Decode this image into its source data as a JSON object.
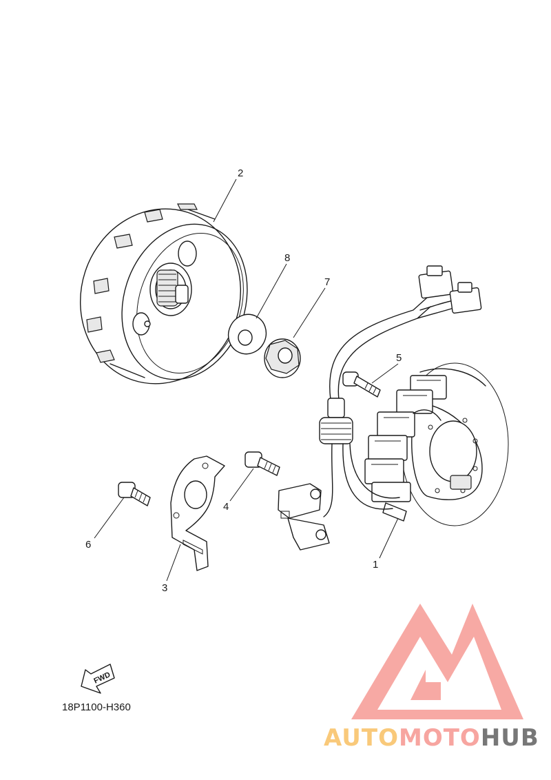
{
  "diagram_code": "18P1100-H360",
  "fwd_label": "FWD",
  "callouts": [
    {
      "id": "stator",
      "label": "1"
    },
    {
      "id": "rotor",
      "label": "2"
    },
    {
      "id": "bracket",
      "label": "3"
    },
    {
      "id": "bolt-4",
      "label": "4"
    },
    {
      "id": "bolt-5",
      "label": "5"
    },
    {
      "id": "bolt-6",
      "label": "6"
    },
    {
      "id": "nut",
      "label": "7"
    },
    {
      "id": "washer",
      "label": "8"
    }
  ],
  "watermark": {
    "part1": "AUTO",
    "part2": "MOTO",
    "part3": "HUB",
    "color1": "#f9c97a",
    "color2": "#f7a5a0",
    "color3": "#777777",
    "logo_color": "#f7a5a0"
  }
}
